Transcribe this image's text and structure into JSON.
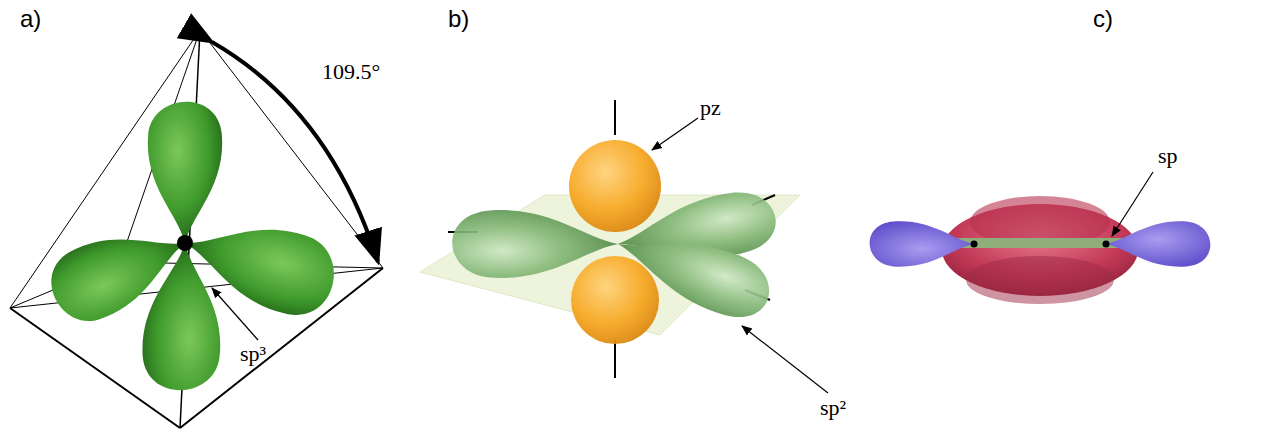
{
  "diagram": {
    "labels": [
      "a)",
      "b)",
      "c)",
      "109.5°",
      "sp³",
      "pz",
      "sp²",
      "sp"
    ]
  }
}
